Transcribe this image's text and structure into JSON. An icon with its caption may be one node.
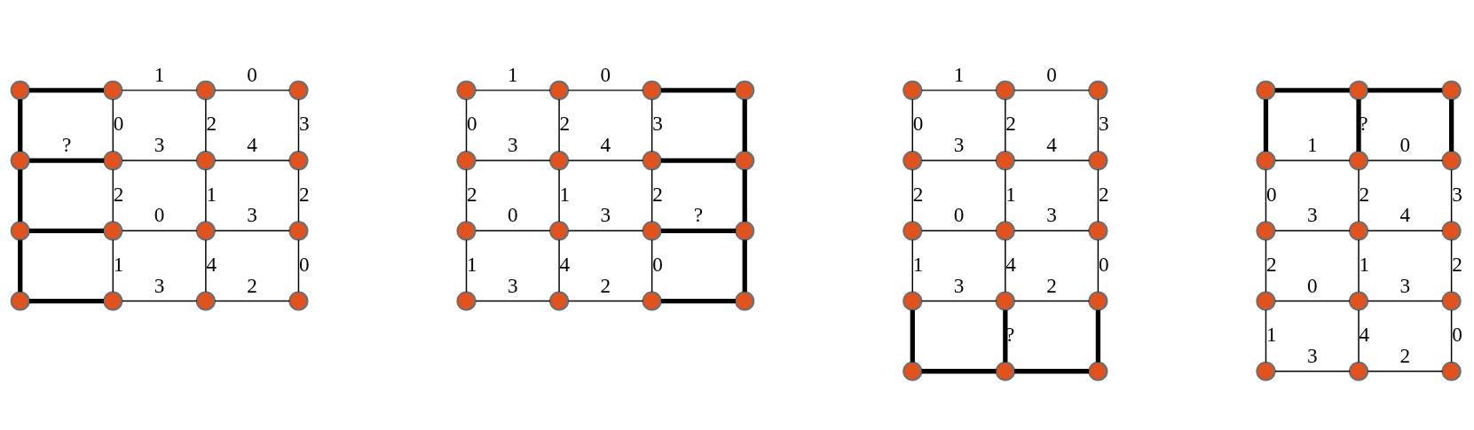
{
  "diagram": {
    "nodes": [
      {
        "text": [],
        "shape": "circle"
      },
      {
        "text": [],
        "shape": "circle"
      },
      {
        "text": [],
        "shape": "circle"
      },
      {
        "text": [],
        "shape": "circle"
      },
      {
        "text": [],
        "shape": "circle"
      },
      {
        "text": [],
        "shape": "circle"
      },
      {
        "text": [],
        "shape": "circle"
      },
      {
        "text": [],
        "shape": "circle"
      },
      {
        "text": [],
        "shape": "circle"
      },
      {
        "text": [],
        "shape": "circle"
      },
      {
        "text": [],
        "shape": "circle"
      },
      {
        "text": [],
        "shape": "circle"
      },
      {
        "text": [],
        "shape": "circle"
      },
      {
        "text": [],
        "shape": "circle"
      },
      {
        "text": [],
        "shape": "circle"
      },
      {
        "text": [],
        "shape": "circle"
      },
      {
        "text": [],
        "shape": "circle"
      },
      {
        "text": [],
        "shape": "circle"
      },
      {
        "text": [],
        "shape": "circle"
      },
      {
        "text": [],
        "shape": "circle"
      },
      {
        "text": [],
        "shape": "circle"
      },
      {
        "text": [],
        "shape": "circle"
      },
      {
        "text": [],
        "shape": "circle"
      },
      {
        "text": [],
        "shape": "circle"
      },
      {
        "text": [],
        "shape": "circle"
      },
      {
        "text": [],
        "shape": "circle"
      },
      {
        "text": [],
        "shape": "circle"
      },
      {
        "text": [],
        "shape": "circle"
      },
      {
        "text": [],
        "shape": "circle"
      },
      {
        "text": [],
        "shape": "circle"
      },
      {
        "text": [],
        "shape": "circle"
      },
      {
        "text": [],
        "shape": "circle"
      },
      {
        "text": [],
        "shape": "circle"
      },
      {
        "text": [],
        "shape": "circle"
      },
      {
        "text": [],
        "shape": "circle"
      },
      {
        "text": [],
        "shape": "circle"
      },
      {
        "text": [],
        "shape": "circle"
      },
      {
        "text": [],
        "shape": "circle"
      },
      {
        "text": [],
        "shape": "circle"
      },
      {
        "text": [],
        "shape": "circle"
      },
      {
        "text": [],
        "shape": "circle"
      },
      {
        "text": [],
        "shape": "circle"
      },
      {
        "text": [],
        "shape": "circle"
      },
      {
        "text": [],
        "shape": "circle"
      },
      {
        "text": [],
        "shape": "circle"
      },
      {
        "text": [],
        "shape": "circle"
      },
      {
        "text": [],
        "shape": "circle"
      },
      {
        "text": [],
        "shape": "circle"
      },
      {
        "text": [],
        "shape": "circle"
      },
      {
        "text": [],
        "shape": "circle"
      },
      {
        "text": [],
        "shape": "circle"
      },
      {
        "text": [],
        "shape": "circle"
      },
      {
        "text": [],
        "shape": "circle"
      },
      {
        "text": [],
        "shape": "circle"
      },
      {
        "text": [],
        "shape": "circle"
      },
      {
        "text": [],
        "shape": "circle"
      },
      {
        "text": [],
        "shape": "circle"
      },
      {
        "text": [],
        "shape": "circle"
      },
      {
        "text": [],
        "shape": "circle"
      },
      {
        "text": [],
        "shape": "circle"
      },
      {
        "text": [],
        "shape": "circle"
      },
      {
        "text": [],
        "shape": "circle"
      }
    ],
    "edges": [
      {
        "from": 0,
        "to": 1,
        "arrow": "none",
        "style": "thick"
      },
      {
        "from": 1,
        "to": 2,
        "arrow": "none",
        "label": "1"
      },
      {
        "from": 2,
        "to": 3,
        "arrow": "none",
        "label": "0"
      },
      {
        "from": 0,
        "to": 4,
        "arrow": "none",
        "style": "thick"
      },
      {
        "from": 1,
        "to": 5,
        "arrow": "none",
        "label": "0"
      },
      {
        "from": 2,
        "to": 6,
        "arrow": "none",
        "label": "2"
      },
      {
        "from": 3,
        "to": 7,
        "arrow": "none",
        "label": "3"
      },
      {
        "from": 4,
        "to": 5,
        "arrow": "none",
        "style": "thick",
        "label": "?"
      },
      {
        "from": 5,
        "to": 6,
        "arrow": "none",
        "label": "3"
      },
      {
        "from": 6,
        "to": 7,
        "arrow": "none",
        "label": "4"
      },
      {
        "from": 4,
        "to": 8,
        "arrow": "none",
        "style": "thick"
      },
      {
        "from": 5,
        "to": 9,
        "arrow": "none",
        "label": "2"
      },
      {
        "from": 6,
        "to": 10,
        "arrow": "none",
        "label": "1"
      },
      {
        "from": 7,
        "to": 11,
        "arrow": "none",
        "label": "2"
      },
      {
        "from": 8,
        "to": 9,
        "arrow": "none",
        "style": "thick"
      },
      {
        "from": 9,
        "to": 10,
        "arrow": "none",
        "label": "0"
      },
      {
        "from": 10,
        "to": 11,
        "arrow": "none",
        "label": "3"
      },
      {
        "from": 8,
        "to": 12,
        "arrow": "none",
        "style": "thick"
      },
      {
        "from": 9,
        "to": 13,
        "arrow": "none",
        "label": "1"
      },
      {
        "from": 10,
        "to": 14,
        "arrow": "none",
        "label": "4"
      },
      {
        "from": 11,
        "to": 15,
        "arrow": "none",
        "label": "0"
      },
      {
        "from": 12,
        "to": 13,
        "arrow": "none",
        "style": "thick"
      },
      {
        "from": 13,
        "to": 14,
        "arrow": "none",
        "label": "3"
      },
      {
        "from": 14,
        "to": 15,
        "arrow": "none",
        "label": "2"
      },
      {
        "from": 16,
        "to": 17,
        "arrow": "none",
        "label": "1"
      },
      {
        "from": 17,
        "to": 18,
        "arrow": "none",
        "label": "0"
      },
      {
        "from": 18,
        "to": 19,
        "arrow": "none",
        "style": "thick"
      },
      {
        "from": 16,
        "to": 20,
        "arrow": "none",
        "label": "0"
      },
      {
        "from": 17,
        "to": 21,
        "arrow": "none",
        "label": "2"
      },
      {
        "from": 18,
        "to": 22,
        "arrow": "none",
        "label": "3"
      },
      {
        "from": 19,
        "to": 23,
        "arrow": "none",
        "style": "thick"
      },
      {
        "from": 20,
        "to": 21,
        "arrow": "none",
        "label": "3"
      },
      {
        "from": 21,
        "to": 22,
        "arrow": "none",
        "label": "4"
      },
      {
        "from": 22,
        "to": 23,
        "arrow": "none",
        "style": "thick"
      },
      {
        "from": 20,
        "to": 24,
        "arrow": "none",
        "label": "2"
      },
      {
        "from": 21,
        "to": 25,
        "arrow": "none",
        "label": "1"
      },
      {
        "from": 22,
        "to": 26,
        "arrow": "none",
        "label": "2"
      },
      {
        "from": 23,
        "to": 27,
        "arrow": "none",
        "style": "thick"
      },
      {
        "from": 24,
        "to": 25,
        "arrow": "none",
        "label": "0"
      },
      {
        "from": 25,
        "to": 26,
        "arrow": "none",
        "label": "3"
      },
      {
        "from": 26,
        "to": 27,
        "arrow": "none",
        "style": "thick",
        "label": "?"
      },
      {
        "from": 24,
        "to": 28,
        "arrow": "none",
        "label": "1"
      },
      {
        "from": 25,
        "to": 29,
        "arrow": "none",
        "label": "4"
      },
      {
        "from": 26,
        "to": 30,
        "arrow": "none",
        "label": "0"
      },
      {
        "from": 27,
        "to": 31,
        "arrow": "none",
        "style": "thick"
      },
      {
        "from": 28,
        "to": 29,
        "arrow": "none",
        "label": "3"
      },
      {
        "from": 29,
        "to": 30,
        "arrow": "none",
        "label": "2"
      },
      {
        "from": 30,
        "to": 31,
        "arrow": "none",
        "style": "thick"
      },
      {
        "from": 32,
        "to": 33,
        "arrow": "none",
        "label": "1"
      },
      {
        "from": 33,
        "to": 34,
        "arrow": "none",
        "label": "0"
      },
      {
        "from": 32,
        "to": 35,
        "arrow": "none",
        "label": "0"
      },
      {
        "from": 33,
        "to": 36,
        "arrow": "none",
        "label": "2"
      },
      {
        "from": 34,
        "to": 37,
        "arrow": "none",
        "label": "3"
      },
      {
        "from": 35,
        "to": 36,
        "arrow": "none",
        "label": "3"
      },
      {
        "from": 36,
        "to": 37,
        "arrow": "none",
        "label": "4"
      },
      {
        "from": 35,
        "to": 38,
        "arrow": "none",
        "label": "2"
      },
      {
        "from": 36,
        "to": 39,
        "arrow": "none",
        "label": "1"
      },
      {
        "from": 37,
        "to": 40,
        "arrow": "none",
        "label": "2"
      },
      {
        "from": 38,
        "to": 39,
        "arrow": "none",
        "label": "0"
      },
      {
        "from": 39,
        "to": 40,
        "arrow": "none",
        "label": "3"
      },
      {
        "from": 38,
        "to": 41,
        "arrow": "none",
        "label": "1"
      },
      {
        "from": 39,
        "to": 42,
        "arrow": "none",
        "label": "4"
      },
      {
        "from": 40,
        "to": 43,
        "arrow": "none",
        "label": "0"
      },
      {
        "from": 41,
        "to": 42,
        "arrow": "none",
        "label": "3"
      },
      {
        "from": 42,
        "to": 43,
        "arrow": "none",
        "label": "2"
      },
      {
        "from": 41,
        "to": 44,
        "arrow": "none",
        "style": "thick"
      },
      {
        "from": 42,
        "to": 45,
        "arrow": "none",
        "style": "thick",
        "label": "?"
      },
      {
        "from": 43,
        "to": 46,
        "arrow": "none",
        "style": "thick"
      },
      {
        "from": 44,
        "to": 45,
        "arrow": "none",
        "style": "thick"
      },
      {
        "from": 45,
        "to": 46,
        "arrow": "none",
        "style": "thick"
      },
      {
        "from": 47,
        "to": 48,
        "arrow": "none",
        "style": "thick"
      },
      {
        "from": 48,
        "to": 49,
        "arrow": "none",
        "style": "thick"
      },
      {
        "from": 47,
        "to": 50,
        "arrow": "none",
        "style": "thick"
      },
      {
        "from": 48,
        "to": 51,
        "arrow": "none",
        "style": "thick",
        "label": "?"
      },
      {
        "from": 49,
        "to": 52,
        "arrow": "none",
        "style": "thick"
      },
      {
        "from": 50,
        "to": 51,
        "arrow": "none",
        "label": "1"
      },
      {
        "from": 51,
        "to": 52,
        "arrow": "none",
        "label": "0"
      },
      {
        "from": 50,
        "to": 53,
        "arrow": "none",
        "label": "0"
      },
      {
        "from": 51,
        "to": 54,
        "arrow": "none",
        "label": "2"
      },
      {
        "from": 52,
        "to": 55,
        "arrow": "none",
        "label": "3"
      },
      {
        "from": 53,
        "to": 54,
        "arrow": "none",
        "label": "3"
      },
      {
        "from": 54,
        "to": 55,
        "arrow": "none",
        "label": "4"
      },
      {
        "from": 53,
        "to": 56,
        "arrow": "none",
        "label": "2"
      },
      {
        "from": 54,
        "to": 57,
        "arrow": "none",
        "label": "1"
      },
      {
        "from": 55,
        "to": 58,
        "arrow": "none",
        "label": "2"
      },
      {
        "from": 56,
        "to": 57,
        "arrow": "none",
        "label": "0"
      },
      {
        "from": 57,
        "to": 58,
        "arrow": "none",
        "label": "3"
      },
      {
        "from": 56,
        "to": 59,
        "arrow": "none",
        "label": "1"
      },
      {
        "from": 57,
        "to": 60,
        "arrow": "none",
        "label": "4"
      },
      {
        "from": 58,
        "to": 61,
        "arrow": "none",
        "label": "0"
      },
      {
        "from": 59,
        "to": 60,
        "arrow": "none",
        "label": "3"
      },
      {
        "from": 60,
        "to": 61,
        "arrow": "none",
        "label": "2"
      }
    ]
  }
}
